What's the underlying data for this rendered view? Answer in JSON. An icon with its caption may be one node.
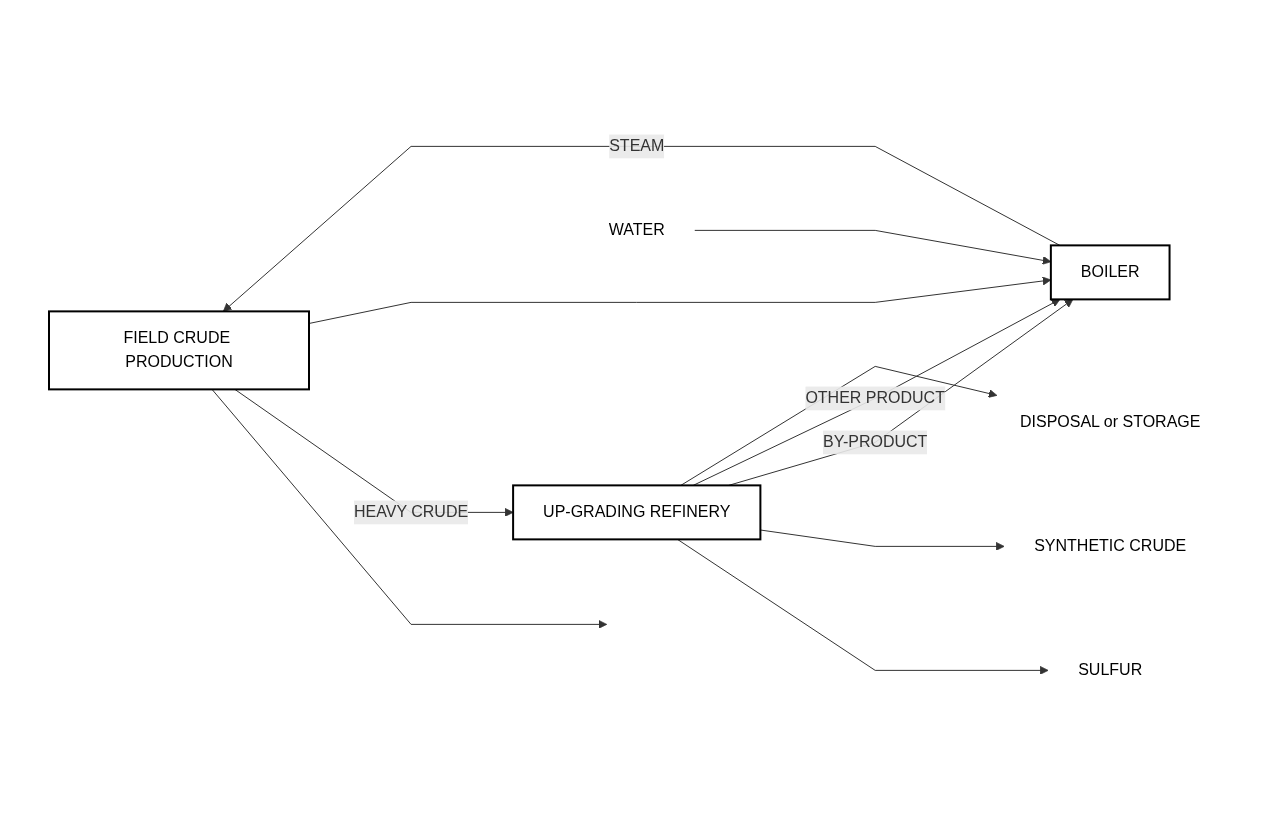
{
  "diagram": {
    "nodes": [
      {
        "text": [
          "FIELD CRUDE PRODUCTION"
        ]
      },
      {
        "text": [
          "UP-GRADING REFINERY"
        ]
      },
      {
        "text": [
          "BOILER"
        ]
      },
      {
        "text": [
          "SULFUR"
        ]
      },
      {
        "text": [
          "SYNTHETIC CRUDE"
        ]
      },
      {
        "text": [
          "DISPOSAL or STORAGE"
        ]
      },
      {
        "text": [
          "WATER"
        ]
      }
    ],
    "edges": [
      {
        "from": 0,
        "to": null,
        "arrow": "to"
      },
      {
        "from": 0,
        "to": 1,
        "arrow": "to",
        "label": "HEAVY CRUDE"
      },
      {
        "from": 1,
        "to": 3,
        "arrow": "to"
      },
      {
        "from": 1,
        "to": 4,
        "arrow": "to"
      },
      {
        "from": 0,
        "to": 2,
        "arrow": "to"
      },
      {
        "from": 2,
        "to": 0,
        "arrow": "to",
        "label": "STEAM"
      },
      {
        "from": 1,
        "to": 2,
        "arrow": "to",
        "label": "BY-PRODUCT"
      },
      {
        "from": 1,
        "to": 2,
        "arrow": "to",
        "label": "OTHER PRODUCT"
      },
      {
        "from": 1,
        "to": 5,
        "arrow": "to"
      },
      {
        "from": 6,
        "to": 2,
        "arrow": "to"
      }
    ]
  }
}
